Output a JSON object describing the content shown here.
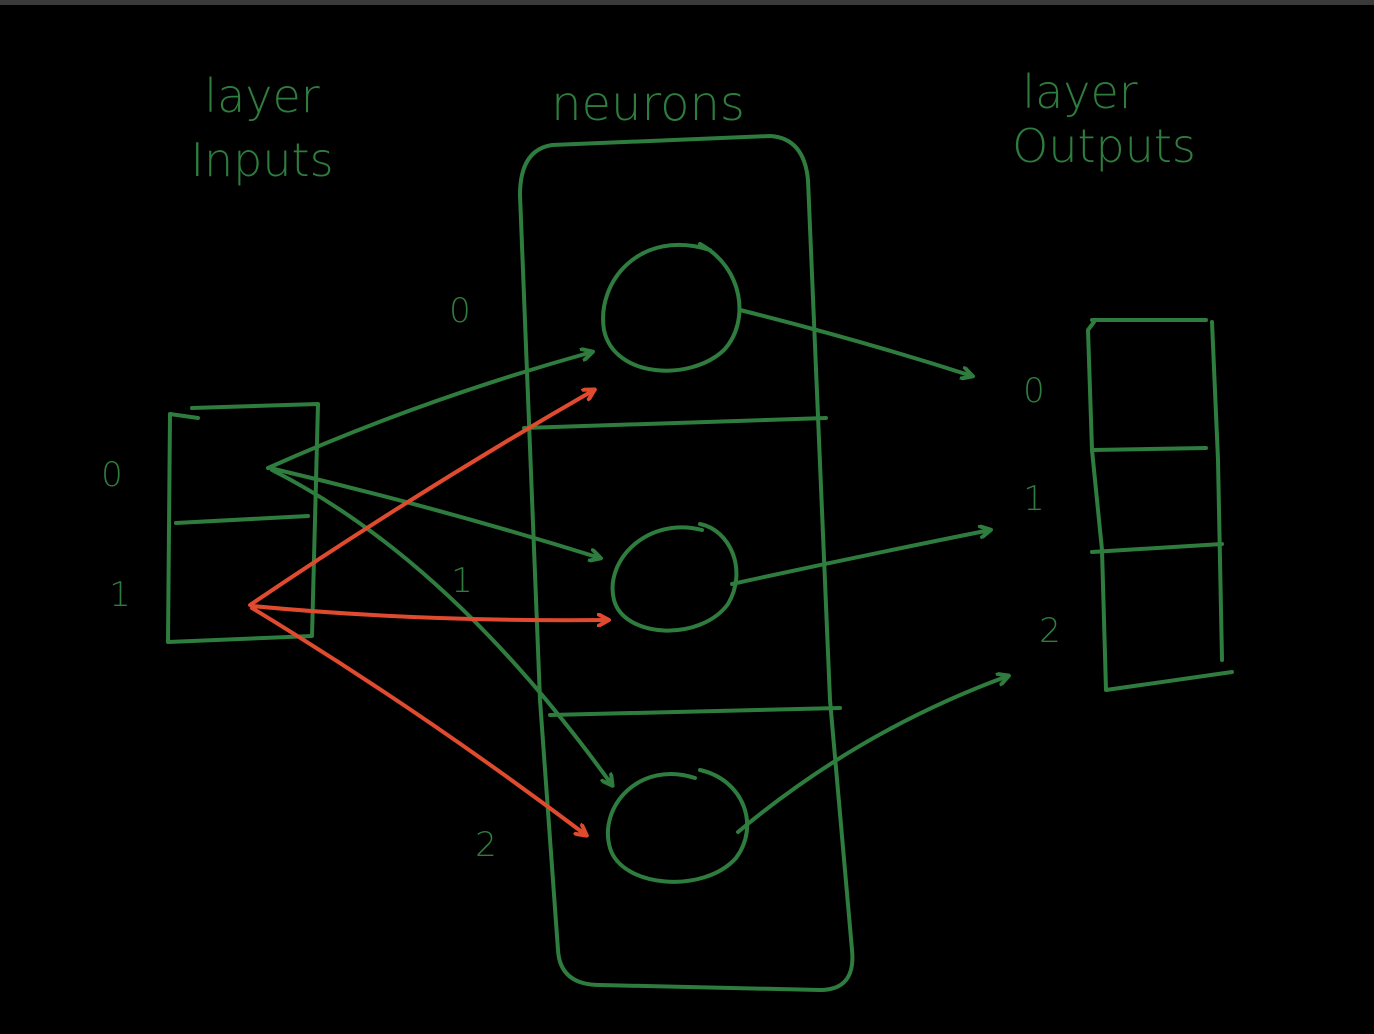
{
  "labels": {
    "layer_inputs_line1": "layer",
    "layer_inputs_line2": "Inputs",
    "neurons": "neurons",
    "layer_outputs_line1": "layer",
    "layer_outputs_line2": "Outputs"
  },
  "input_indices": [
    "0",
    "1"
  ],
  "neuron_indices": [
    "0",
    "1",
    "2"
  ],
  "output_indices": [
    "0",
    "1",
    "2"
  ],
  "colors": {
    "background": "#000000",
    "stroke": "#2e7d3e",
    "highlight": "#e04a2f"
  }
}
